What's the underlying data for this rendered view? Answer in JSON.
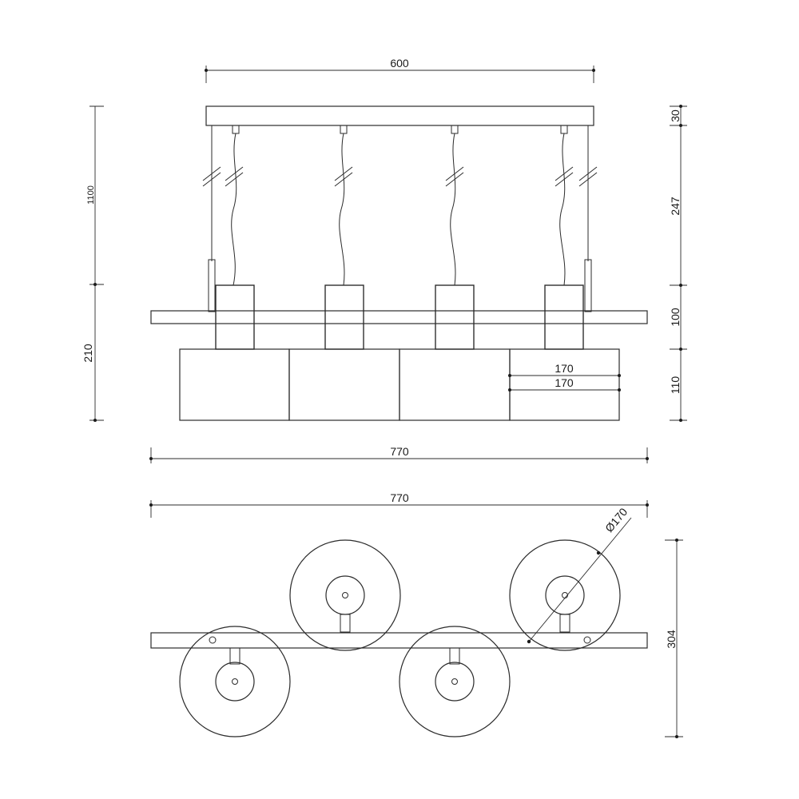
{
  "drawing": {
    "front_view": {
      "dim_width_top": "600",
      "dim_total_height": "1100",
      "dim_lower_height": "210",
      "dim_canopy": "30",
      "dim_drop": "247",
      "dim_bar": "100",
      "dim_shade": "110",
      "dim_shade_width_1": "170",
      "dim_shade_width_2": "170",
      "dim_width_bottom": "770"
    },
    "top_view": {
      "dim_width": "770",
      "dim_depth": "304",
      "dim_diameter": "Ø170"
    }
  }
}
